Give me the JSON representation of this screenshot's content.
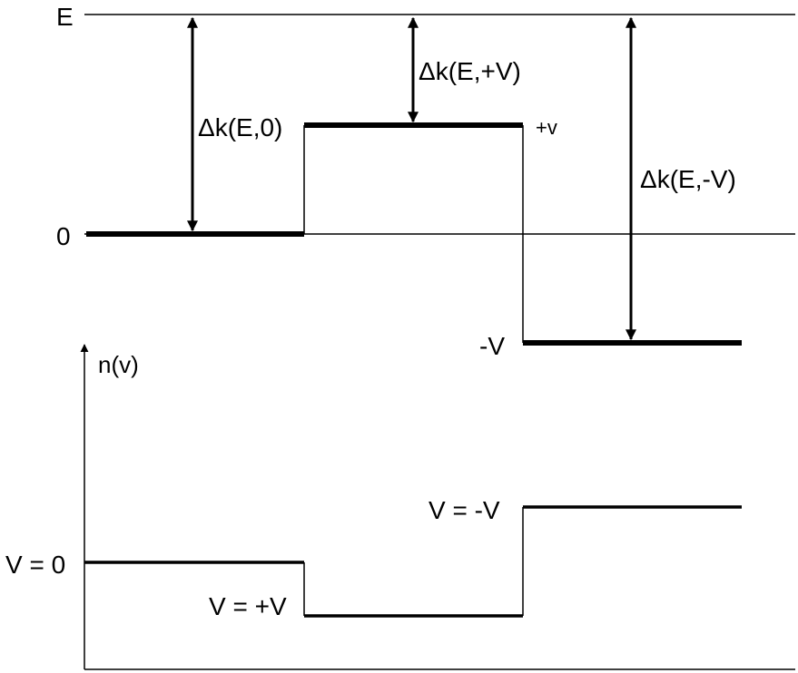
{
  "top_diagram": {
    "energy_label": "E",
    "zero_label": "0",
    "plus_v_label": "+v",
    "minus_v_label": "-V",
    "delta_k_0": "Δk(E,0)",
    "delta_k_plus": "Δk(E,+V)",
    "delta_k_minus": "Δk(E,-V)"
  },
  "bottom_diagram": {
    "y_axis_label": "n(v)",
    "level_v0": "V = 0",
    "level_plus": "V = +V",
    "level_minus": "V = -V"
  },
  "colors": {
    "stroke": "#000000",
    "background": "#ffffff"
  }
}
